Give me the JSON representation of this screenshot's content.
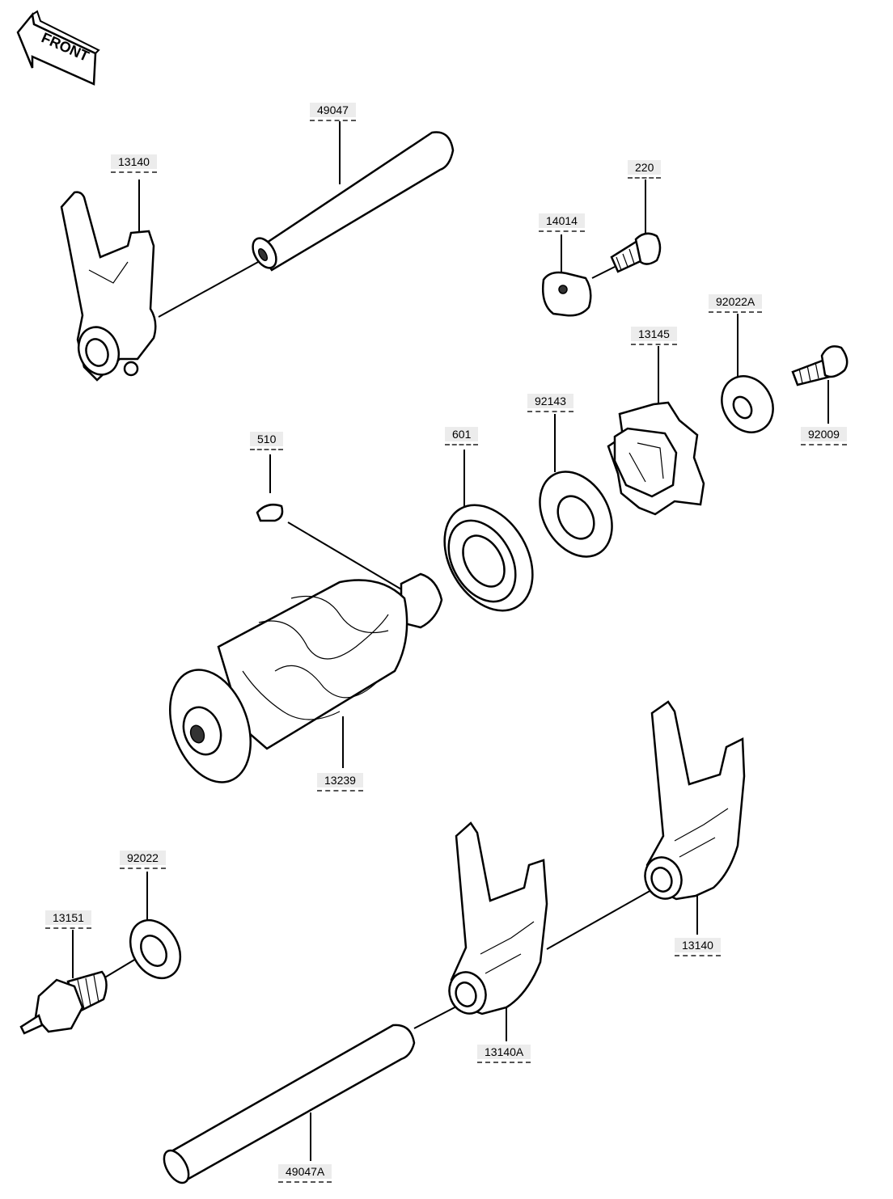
{
  "front_badge": "FRONT",
  "labels": {
    "p49047": "49047",
    "p13140_top": "13140",
    "p220": "220",
    "p14014": "14014",
    "p92022A": "92022A",
    "p13145": "13145",
    "p92143": "92143",
    "p92009": "92009",
    "p510": "510",
    "p601": "601",
    "p13239": "13239",
    "p92022": "92022",
    "p13151": "13151",
    "p13140_bottom": "13140",
    "p13140A": "13140A",
    "p49047A": "49047A"
  }
}
